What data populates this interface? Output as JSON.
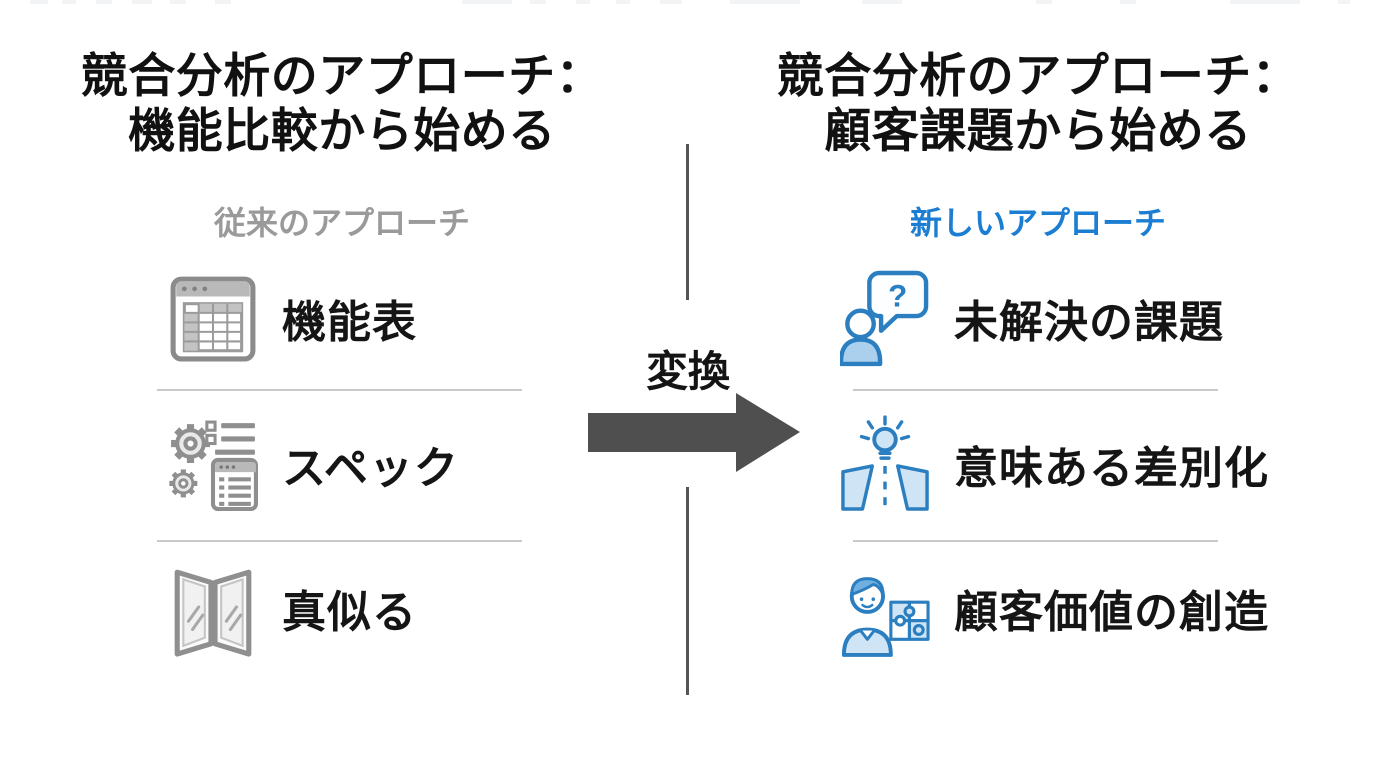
{
  "left": {
    "title_line1": "競合分析のアプローチ：",
    "title_line2": "機能比較から始める",
    "subtitle": "従来のアプローチ",
    "items": [
      {
        "label": "機能表",
        "icon": "feature-table-icon"
      },
      {
        "label": "スペック",
        "icon": "gears-checklist-icon"
      },
      {
        "label": "真似る",
        "icon": "folding-mirror-icon"
      }
    ]
  },
  "center": {
    "arrow_label": "変換"
  },
  "right": {
    "title_line1": "競合分析のアプローチ：",
    "title_line2": "顧客課題から始める",
    "subtitle": "新しいアプローチ",
    "items": [
      {
        "label": "未解決の課題",
        "icon": "person-question-icon",
        "bubble_char": "?"
      },
      {
        "label": "意味ある差別化",
        "icon": "road-lightbulb-icon"
      },
      {
        "label": "顧客価値の創造",
        "icon": "person-puzzle-icon"
      }
    ]
  },
  "colors": {
    "title": "#111111",
    "left_subtitle": "#9a9a9a",
    "right_subtitle": "#1b7ed2",
    "arrow": "#4f4f4f",
    "center_line": "#555555",
    "divider": "#c9c9c9",
    "icon_gray_stroke": "#8b8b8b",
    "icon_gray_fill": "#c3c3c3",
    "icon_blue_stroke": "#2b7fc0",
    "icon_blue_fill": "#cfe4f5"
  }
}
